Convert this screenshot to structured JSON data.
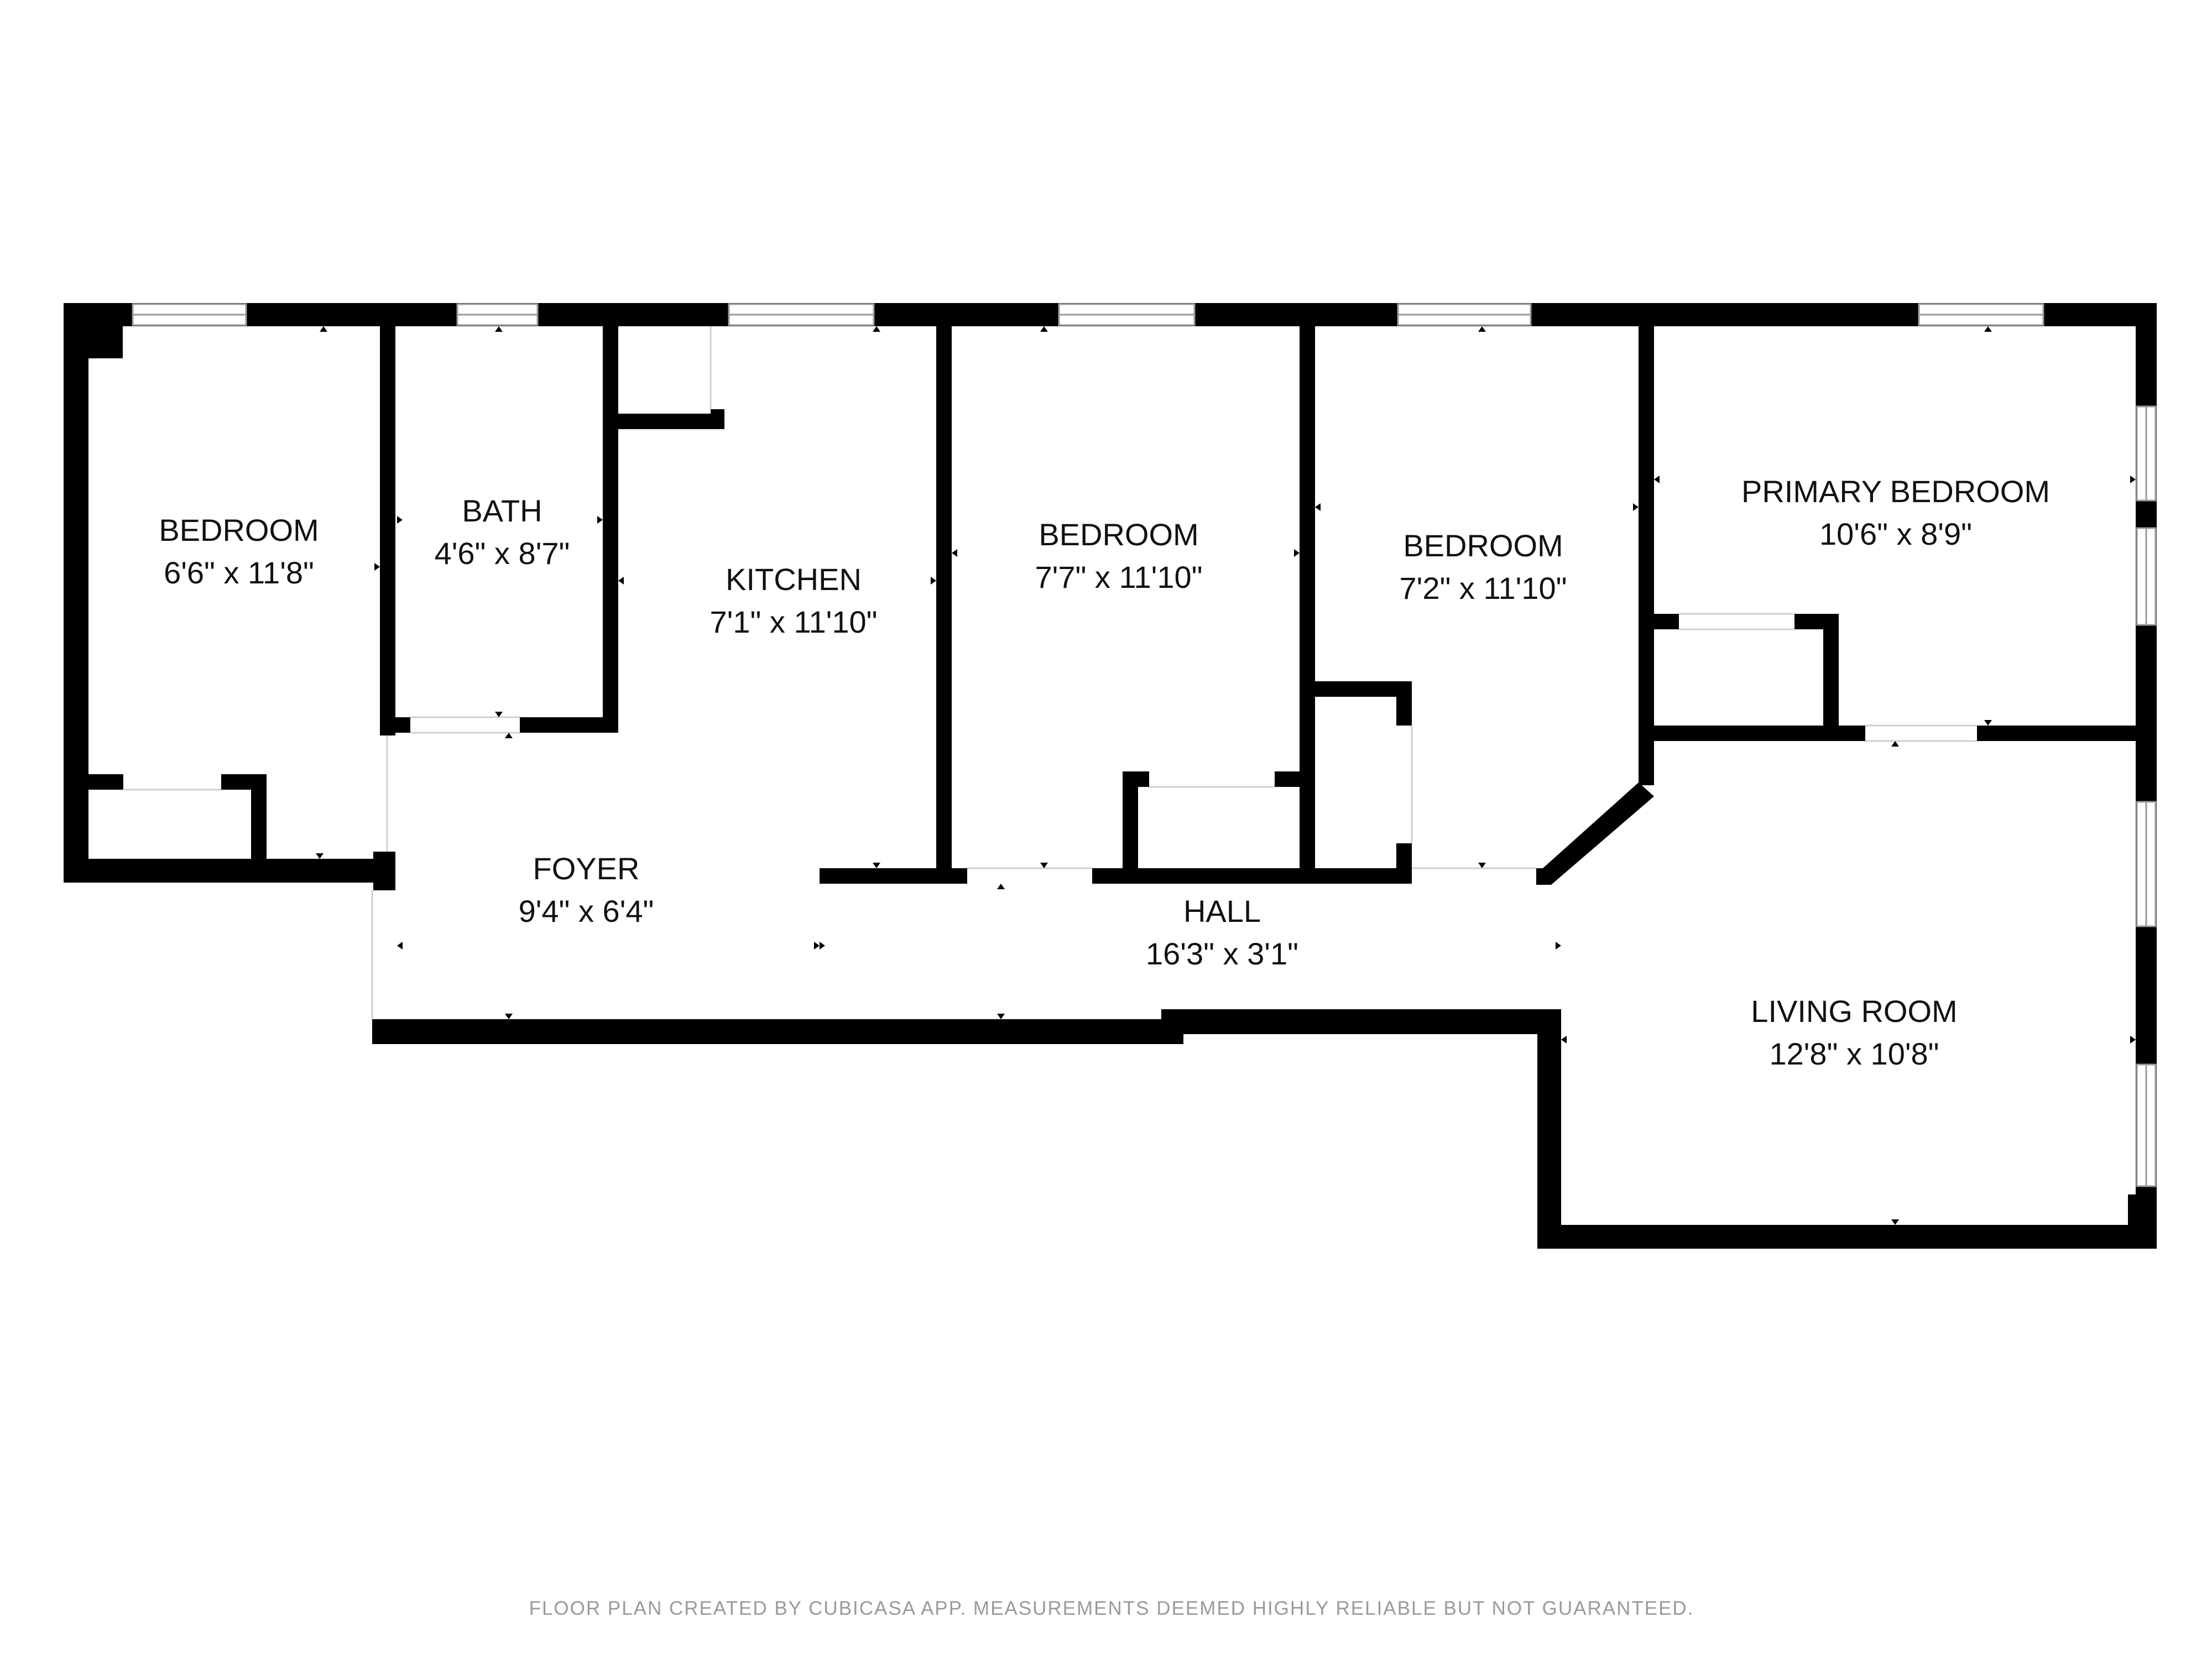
{
  "colors": {
    "wall": "#000000",
    "background": "#ffffff",
    "window_frame": "#9a9a9a",
    "label": "#111111",
    "footer": "#9a9a9a"
  },
  "rooms": [
    {
      "name": "BEDROOM",
      "dims": "6'6\" x 11'8\""
    },
    {
      "name": "BATH",
      "dims": "4'6\" x 8'7\""
    },
    {
      "name": "KITCHEN",
      "dims": "7'1\" x 11'10\""
    },
    {
      "name": "BEDROOM",
      "dims": "7'7\" x 11'10\""
    },
    {
      "name": "BEDROOM",
      "dims": "7'2\" x 11'10\""
    },
    {
      "name": "PRIMARY BEDROOM",
      "dims": "10'6\" x 8'9\""
    },
    {
      "name": "FOYER",
      "dims": "9'4\" x 6'4\""
    },
    {
      "name": "HALL",
      "dims": "16'3\" x 3'1\""
    },
    {
      "name": "LIVING ROOM",
      "dims": "12'8\" x 10'8\""
    }
  ],
  "footer": "FLOOR PLAN CREATED BY CUBICASA APP. MEASUREMENTS DEEMED HIGHLY RELIABLE BUT NOT GUARANTEED."
}
